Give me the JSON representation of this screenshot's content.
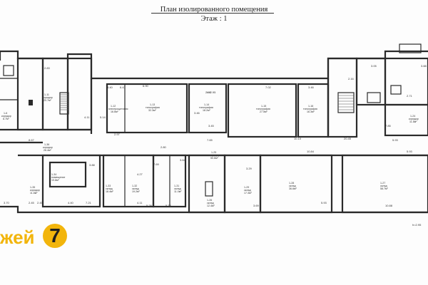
{
  "title": "План изолированного помещения",
  "floor": "Этаж : 1",
  "logo": {
    "text": "жей",
    "badge": "7",
    "color": "#f2b50c"
  },
  "corner_note": "h=2.95",
  "ceiling_note": "h=2.95",
  "rooms": [
    {
      "id": "1-12",
      "name": "электрощитовая",
      "area": "16.6м²"
    },
    {
      "id": "1-13",
      "name": "типография",
      "area": "32.3м²"
    },
    {
      "id": "1-14",
      "name": "типография",
      "area": "18.2м²"
    },
    {
      "id": "1-15",
      "name": "типография",
      "area": "27.5м²"
    },
    {
      "id": "1-16",
      "name": "типография",
      "area": "16.3м²"
    },
    {
      "id": "1-11",
      "name": "коридор",
      "area": "20.7м²"
    },
    {
      "id": "1-6",
      "name": "коридор",
      "area": "8.7м²"
    },
    {
      "id": "1-24",
      "name": "коридор",
      "area": "11.8м²"
    },
    {
      "id": "1-34",
      "name": "помещение",
      "area": "19.8м²"
    },
    {
      "id": "1-33",
      "name": "склад",
      "area": "18.4м²"
    },
    {
      "id": "1-32",
      "name": "склад",
      "area": "19.2м²"
    },
    {
      "id": "1-31",
      "name": "склад",
      "area": "11.0м²"
    },
    {
      "id": "1-29",
      "name": "склад",
      "area": "17.3м²"
    },
    {
      "id": "1-28",
      "name": "склад",
      "area": "36.6м²"
    },
    {
      "id": "1-27",
      "name": "склад",
      "area": "58.7м²"
    },
    {
      "id": "1-35",
      "name": "коридор",
      "area": "11.8м²"
    },
    {
      "id": "1-25",
      "name": "коридор",
      "area": "50.6м²"
    },
    {
      "id": "1-36",
      "name": "коридор",
      "area": "26.4м²"
    },
    {
      "id": "1-26",
      "name": "склад",
      "area": "12.4м²"
    }
  ],
  "dims": [
    "2.83",
    "6.90",
    "3.46",
    "7.02",
    "3.46",
    "5.14",
    "7.65",
    "5.93",
    "5.28",
    "3.88",
    "4.27",
    "4.11",
    "2.45",
    "10.84",
    "10.88",
    "7.21",
    "5.93",
    "2.97",
    "7.85",
    "3.70",
    "2.45",
    "4.40",
    "6.41",
    "2.80",
    "3.29",
    "3.69",
    "8.67",
    "2.95",
    "3.45",
    "10.10",
    "20.45",
    "3.40",
    "5.74",
    "3.64",
    "2.16",
    "3.05",
    "3.88",
    "2.71",
    "4.11",
    "7.69",
    "5.93"
  ]
}
